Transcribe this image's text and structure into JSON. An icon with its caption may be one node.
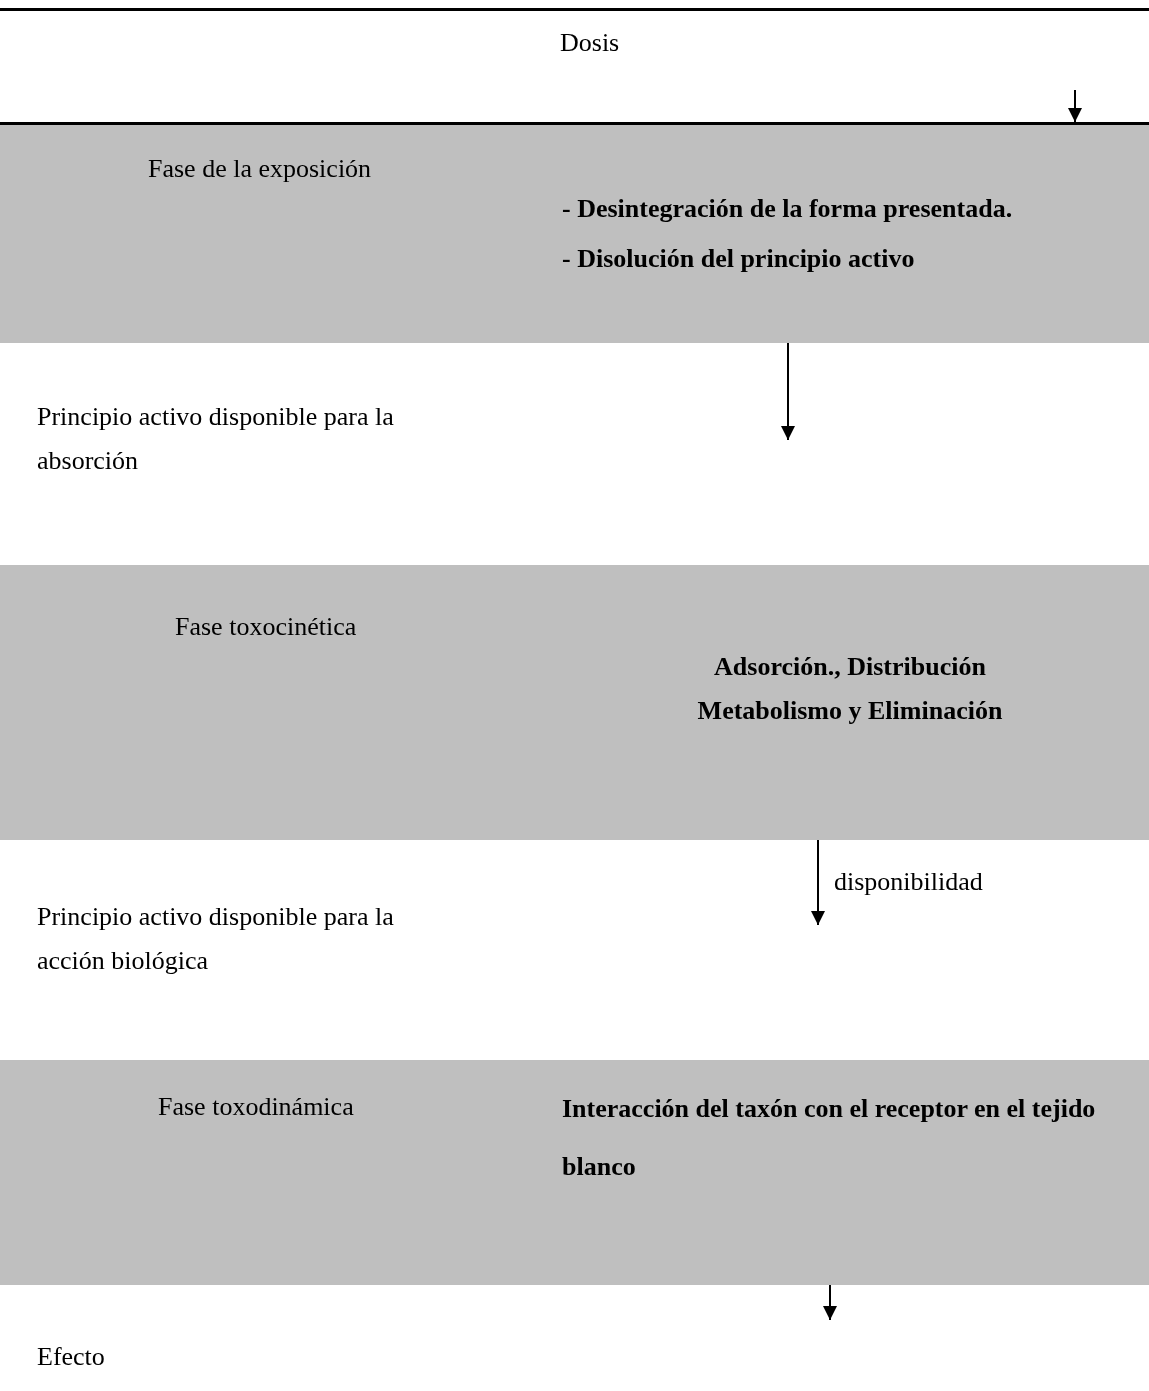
{
  "diagram": {
    "nodes": [
      {
        "text": [
          "Dosis"
        ]
      },
      {
        "text": [
          "Fase de la exposición",
          "- Desintegración de la forma presentada.",
          "- Disolución del principio activo"
        ]
      },
      {
        "text": [
          "Principio activo disponible para la absorción"
        ]
      },
      {
        "text": [
          "Fase toxocinética",
          "Adsorción., Distribución Metabolismo y Eliminación"
        ]
      },
      {
        "text": [
          "Principio activo disponible para la acción biológica"
        ]
      },
      {
        "text": [
          "Fase toxodinámica",
          "Interacción del taxón con el receptor en el tejido blanco"
        ]
      },
      {
        "text": [
          "Efecto"
        ]
      }
    ],
    "edges": [
      {
        "from": 0,
        "to": 1,
        "arrow": "to"
      },
      {
        "from": 1,
        "to": null,
        "arrow": "to"
      },
      {
        "from": 3,
        "to": null,
        "arrow": "to",
        "label": "disponibilidad"
      },
      {
        "from": 5,
        "to": null,
        "arrow": "to"
      }
    ]
  }
}
